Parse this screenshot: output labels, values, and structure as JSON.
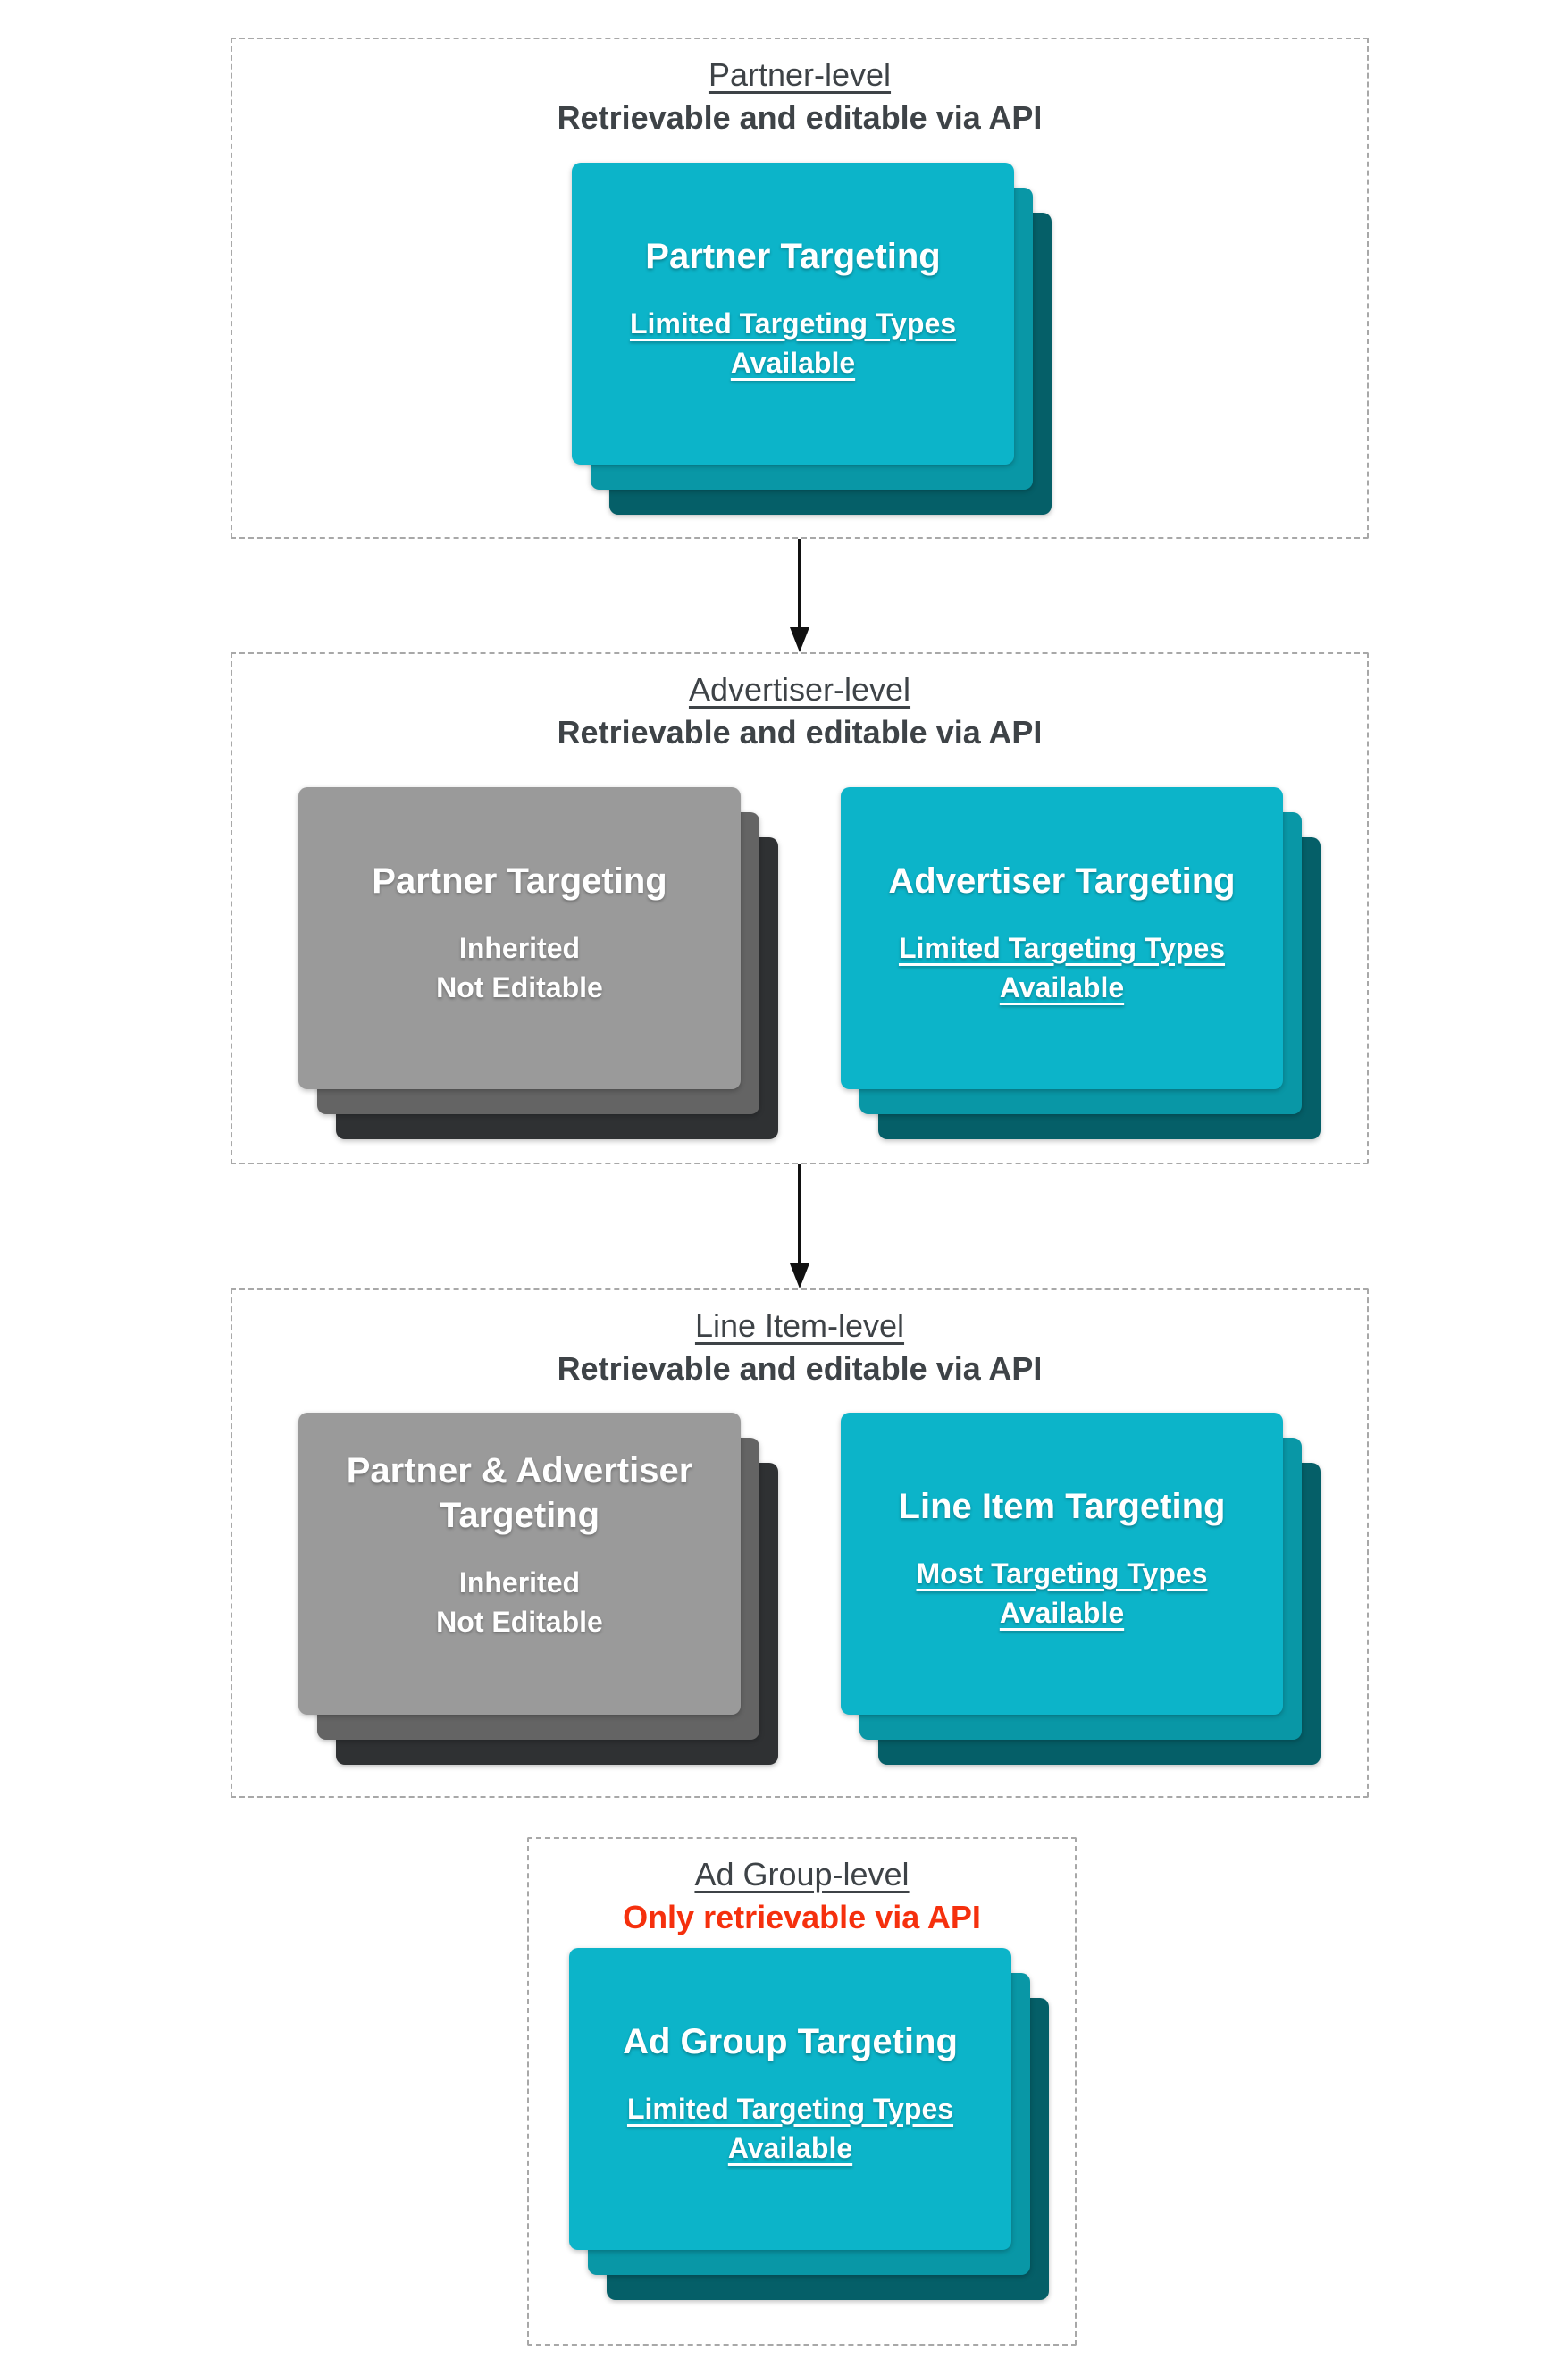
{
  "diagram": {
    "description": "Targeting hierarchy diagram with four levels connected by downward arrows"
  },
  "palette": {
    "cyan_card": "#0cb4c9",
    "cyan_card_middle": "#0997a6",
    "cyan_card_back": "#055f68",
    "gray_card": "#9a9a9a",
    "gray_card_middle": "#646464",
    "gray_card_back": "#2f3133",
    "heading_text": "#3e4347",
    "alert_red": "#f5300d",
    "card_text": "#ffffff",
    "arrow_black": "#111111",
    "dashed_border": "#a8a8a8"
  },
  "sections": [
    {
      "title": "Partner-level",
      "subtitle": "Retrievable and editable via API",
      "cards": [
        {
          "variant": "cyan",
          "title": "Partner Targeting",
          "body": "Limited Targeting Types\nAvailable"
        }
      ]
    },
    {
      "title": "Advertiser-level",
      "subtitle": "Retrievable and editable via API",
      "cards": [
        {
          "variant": "gray",
          "title": "Partner Targeting",
          "body": "Inherited\nNot Editable"
        },
        {
          "variant": "cyan",
          "title": "Advertiser Targeting",
          "body": "Limited Targeting Types\nAvailable"
        }
      ]
    },
    {
      "title": "Line Item-level",
      "subtitle": "Retrievable and editable via API",
      "cards": [
        {
          "variant": "gray",
          "title": "Partner & Advertiser\nTargeting",
          "body": "Inherited\nNot Editable"
        },
        {
          "variant": "cyan",
          "title": "Line Item Targeting",
          "body": "Most Targeting Types\nAvailable"
        }
      ]
    },
    {
      "title": "Ad Group-level",
      "subtitle": "Only retrievable via API",
      "cards": [
        {
          "variant": "cyan",
          "title": "Ad Group Targeting",
          "body": "Limited Targeting Types\nAvailable"
        }
      ]
    }
  ]
}
